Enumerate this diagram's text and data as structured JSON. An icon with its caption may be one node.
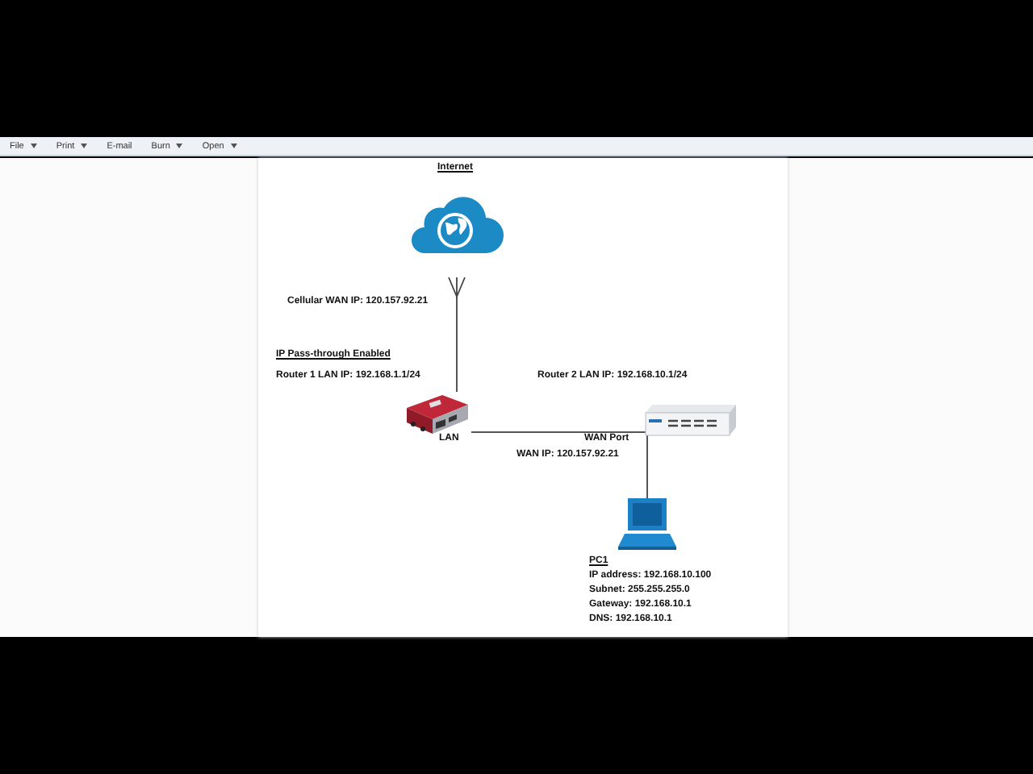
{
  "diagram": {
    "nodes": [
      {
        "text": [
          "Internet"
        ]
      },
      {
        "text": [],
        "shape": "antenna",
        "beside": [
          "Cellular WAN IP: 120.157.92.21"
        ]
      },
      {
        "text": [
          "IP Pass-through Enabled",
          "Router 1 LAN IP: 192.168.1.1/24"
        ],
        "beside": [
          "LAN"
        ]
      },
      {
        "text": [
          "Router 2 LAN IP: 192.168.10.1/24"
        ],
        "beside": [
          "WAN Port",
          "WAN IP: 120.157.92.21"
        ]
      },
      {
        "text": [
          "PC1",
          "IP address: 192.168.10.100",
          "Subnet: 255.255.255.0",
          "Gateway: 192.168.10.1",
          "DNS: 192.168.10.1"
        ]
      }
    ],
    "edges": [
      {
        "from": 1,
        "to": 2,
        "arrow": "none"
      },
      {
        "from": 2,
        "to": 3,
        "arrow": "none"
      },
      {
        "from": 3,
        "to": 4,
        "arrow": "none"
      }
    ],
    "labels": [
      "File",
      "Print",
      "E-mail",
      "Burn",
      "Open"
    ]
  }
}
